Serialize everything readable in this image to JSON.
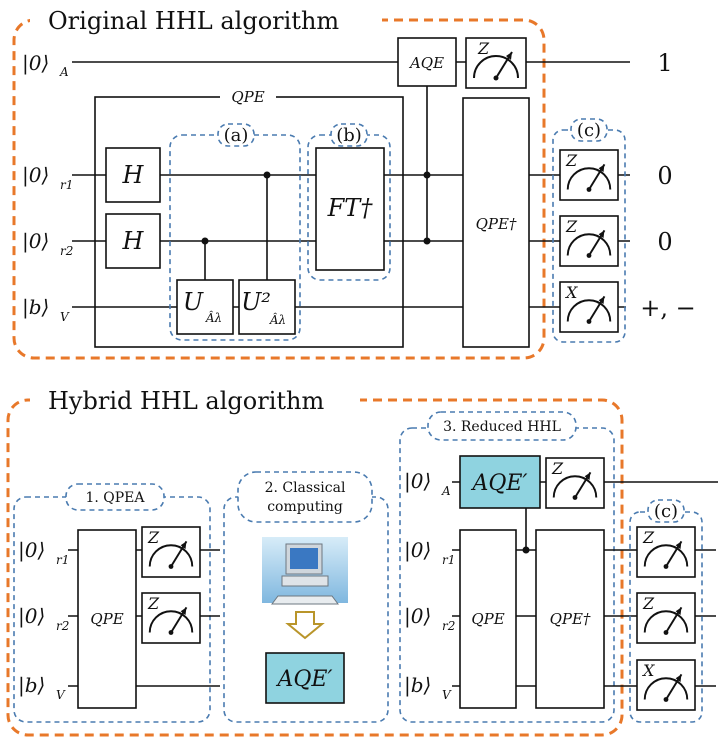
{
  "original": {
    "title": "Original HHL algorithm",
    "qpe_label": "QPE",
    "aqe_label": "AQE",
    "h_label": "H",
    "ft_label": "FT†",
    "qpe_dagger": "QPE†",
    "u_label": "U",
    "u2_label": "U²",
    "u_sub": "Âλ",
    "section_a": "(a)",
    "section_b": "(b)",
    "section_c": "(c)",
    "registers": [
      {
        "ket": "|0⟩",
        "sub": "A"
      },
      {
        "ket": "|0⟩",
        "sub": "r1"
      },
      {
        "ket": "|0⟩",
        "sub": "r2"
      },
      {
        "ket": "|b⟩",
        "sub": "V"
      }
    ],
    "measure_bases": [
      "Z",
      "Z",
      "Z",
      "X"
    ],
    "outcomes": [
      "1",
      "0",
      "0",
      "+, −"
    ]
  },
  "hybrid": {
    "title": "Hybrid HHL algorithm",
    "step1": "1. QPEA",
    "step2_line1": "2. Classical",
    "step2_line2": "computing",
    "step3": "3. Reduced HHL",
    "qpe_label": "QPE",
    "qpe_dagger": "QPE†",
    "aqe_prime": "AQE′",
    "section_c": "(c)",
    "qpea_registers": [
      {
        "ket": "|0⟩",
        "sub": "r1"
      },
      {
        "ket": "|0⟩",
        "sub": "r2"
      },
      {
        "ket": "|b⟩",
        "sub": "V"
      }
    ],
    "reduced_registers": [
      {
        "ket": "|0⟩",
        "sub": "A"
      },
      {
        "ket": "|0⟩",
        "sub": "r1"
      },
      {
        "ket": "|0⟩",
        "sub": "r2"
      },
      {
        "ket": "|b⟩",
        "sub": "V"
      }
    ],
    "qpea_bases": [
      "Z",
      "Z"
    ],
    "reduced_bases": [
      "Z",
      "Z",
      "Z",
      "X"
    ]
  },
  "colors": {
    "orange": "#e8782a",
    "blue": "#4a7bb0",
    "cyan": "#8fd3e0",
    "line": "#111111"
  },
  "icons": [
    "computer-icon",
    "down-arrow-icon",
    "meter-icon"
  ]
}
